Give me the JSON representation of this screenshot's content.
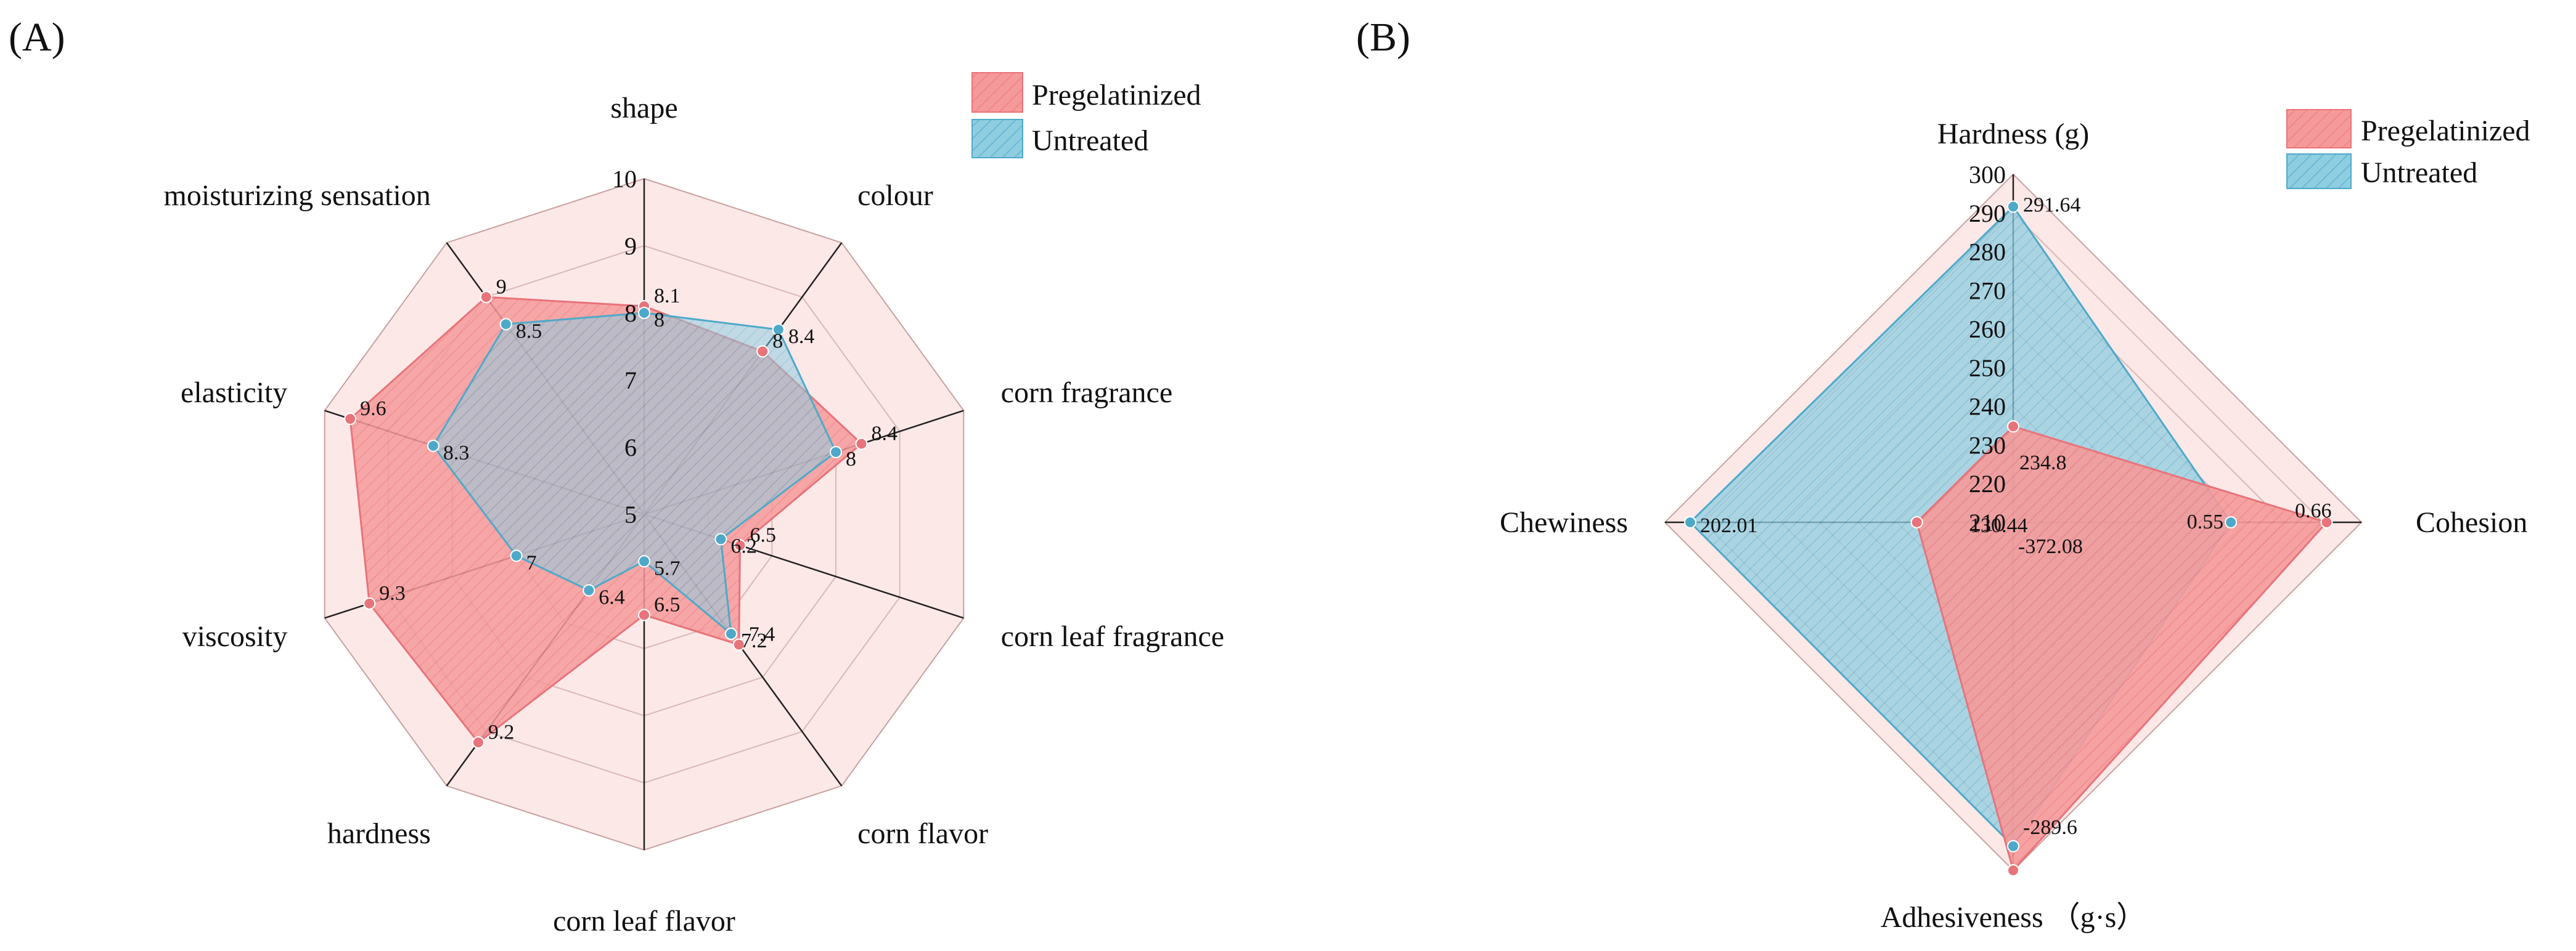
{
  "colors": {
    "pregelatinized_fill": "#f08c8c",
    "pregelatinized_stroke": "#e8737a",
    "untreated_fill": "#7cc2d8",
    "untreated_stroke": "#4ea9c9",
    "background_fill": "#fde8e8",
    "overlap_fill": "#8a8fae"
  },
  "chart_data": [
    {
      "panel_label": "(A)",
      "type": "radar",
      "rlim": [
        5,
        10
      ],
      "tick_labels": [
        "5",
        "6",
        "7",
        "8",
        "9",
        "10"
      ],
      "categories": [
        "shape",
        "colour",
        "corn fragrance",
        "corn leaf fragrance",
        "corn flavor",
        "corn leaf flavor",
        "hardness",
        "viscosity",
        "elasticity",
        "moisturizing sensation"
      ],
      "legend_placement": "top-right",
      "series": [
        {
          "name": "Pregelatinized",
          "values": [
            8.1,
            8.0,
            8.4,
            6.5,
            7.4,
            6.5,
            9.2,
            9.3,
            9.6,
            9.0
          ],
          "labels": [
            "8.1",
            "8",
            "8.4",
            "6.5",
            "7.4",
            "6.5",
            "9.2",
            "9.3",
            "9.6",
            "9"
          ]
        },
        {
          "name": "Untreated",
          "values": [
            8.0,
            8.4,
            8.0,
            6.2,
            7.2,
            5.7,
            6.4,
            7.0,
            8.3,
            8.5
          ],
          "labels": [
            "8",
            "8.4",
            "8",
            "6.2",
            "7.2",
            "5.7",
            "6.4",
            "7",
            "8.3",
            "8.5"
          ]
        }
      ]
    },
    {
      "panel_label": "(B)",
      "type": "radar",
      "rlim": [
        210,
        300
      ],
      "tick_labels": [
        "210",
        "220",
        "230",
        "240",
        "250",
        "260",
        "270",
        "280",
        "290",
        "300"
      ],
      "categories": [
        "Hardness (g)",
        "Cohesion",
        "Adhesiveness （g·s）",
        "Chewiness"
      ],
      "legend_placement": "top-right",
      "series": [
        {
          "name": "Pregelatinized",
          "values": [
            234.8,
            0.66,
            -372.08,
            130.44
          ],
          "labels": [
            "234.8",
            "0.66",
            "-372.08",
            "130.44"
          ]
        },
        {
          "name": "Untreated",
          "values": [
            291.64,
            0.55,
            -289.6,
            202.01
          ],
          "labels": [
            "291.64",
            "0.55",
            "-289.6",
            "202.01"
          ]
        }
      ]
    }
  ]
}
